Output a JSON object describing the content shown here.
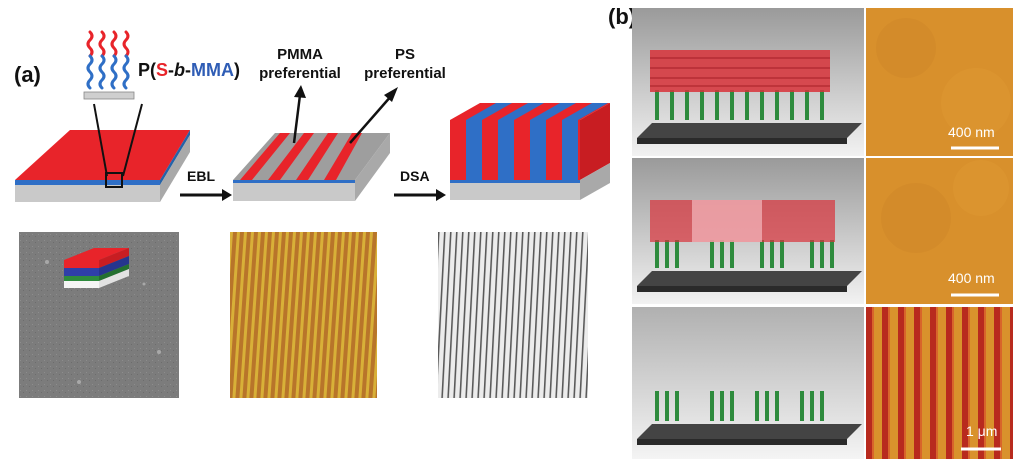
{
  "panel_a": {
    "label": "(a)",
    "polymer_label": {
      "prefix": "P(",
      "s_block": "S",
      "dash1": "-",
      "b_text": "b",
      "dash2": "-",
      "mma_block": "MMA",
      "suffix": ")"
    },
    "pmma_note": {
      "line1": "PMMA",
      "line2": "preferential"
    },
    "ps_note": {
      "line1": "PS",
      "line2": "preferential"
    },
    "step1_label": "EBL",
    "step2_label": "DSA"
  },
  "panel_b": {
    "label": "(b)",
    "scale_bars": [
      "400 nm",
      "400 nm",
      "1 μm"
    ]
  },
  "colors": {
    "red": "#e8242a",
    "blue": "#2f6fc6",
    "grey_substrate": "#c9c9c9",
    "green": "#2e8b3d",
    "afm_orange": "#d9922c",
    "afm_red": "#c0281e"
  }
}
